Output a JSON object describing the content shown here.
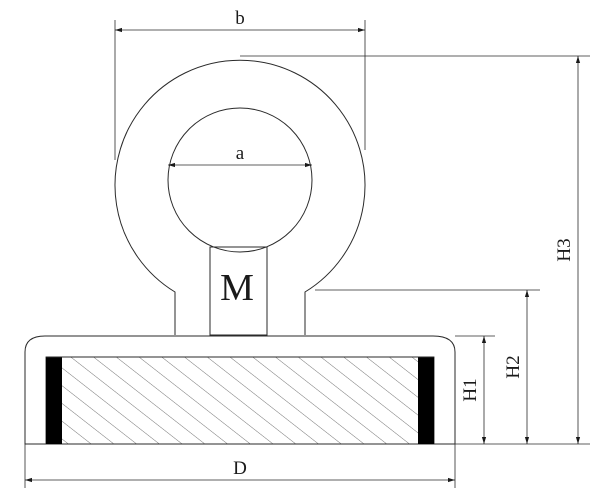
{
  "labels": {
    "b": "b",
    "a": "a",
    "M": "M",
    "D": "D",
    "H1": "H1",
    "H2": "H2",
    "H3": "H3"
  },
  "colors": {
    "line": "#2a2a2a",
    "magnet": "#000000",
    "background": "#ffffff"
  }
}
